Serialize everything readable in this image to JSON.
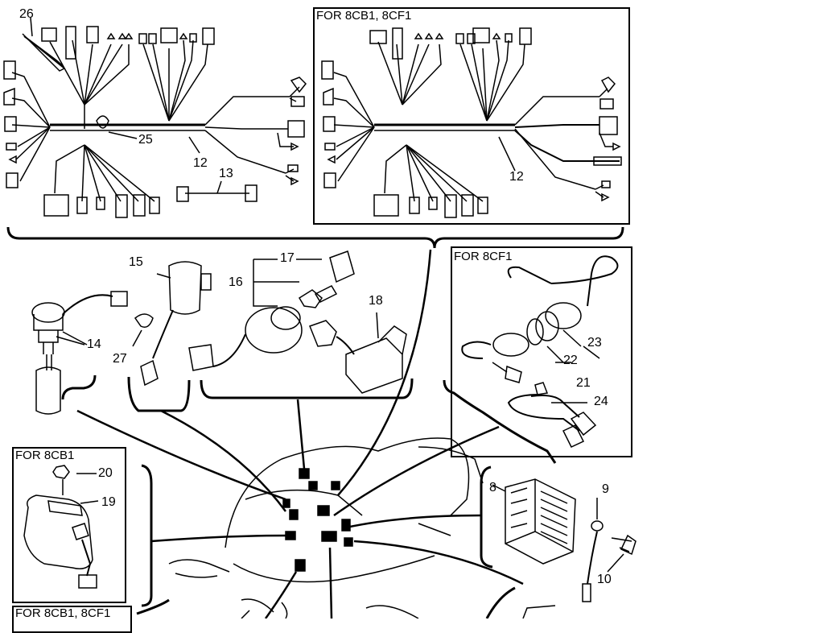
{
  "panels": {
    "top_right": "FOR 8CB1, 8CF1",
    "mid_right": "FOR 8CF1",
    "left_mid": "FOR 8CB1",
    "bottom_left": "FOR 8CB1, 8CF1"
  },
  "callouts": {
    "c26": "26",
    "c25": "25",
    "c12a": "12",
    "c13": "13",
    "c12b": "12",
    "c15": "15",
    "c17": "17",
    "c16": "16",
    "c18": "18",
    "c14": "14",
    "c27": "27",
    "c23": "23",
    "c22": "22",
    "c21": "21",
    "c24": "24",
    "c20": "20",
    "c19": "19",
    "c8": "8",
    "c9": "9",
    "c10": "10"
  }
}
